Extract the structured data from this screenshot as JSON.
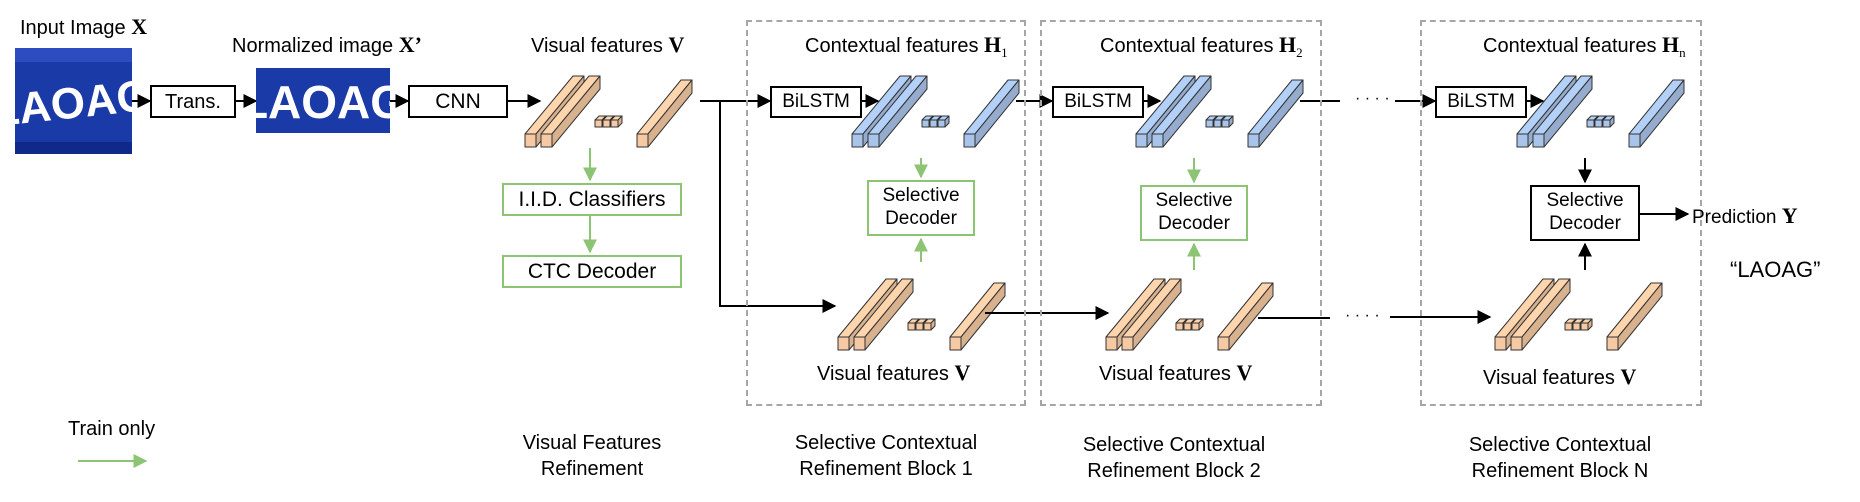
{
  "input": {
    "title_prefix": "Input Image ",
    "title_symbol": "X",
    "plate_text": "LAOAG"
  },
  "trans_label": "Trans.",
  "normalized": {
    "title_prefix": "Normalized image ",
    "title_symbol": "X’",
    "plate_text": "LAOAG"
  },
  "cnn_label": "CNN",
  "visual_features": {
    "prefix": "Visual features ",
    "symbol": "V"
  },
  "iid_label": "I.I.D. Classifiers",
  "ctc_label": "CTC Decoder",
  "bilstm_label": "BiLSTM",
  "selective_decoder": {
    "line1": "Selective",
    "line2": "Decoder"
  },
  "blocks": [
    {
      "ctx_prefix": "Contextual features ",
      "ctx_symbol": "H",
      "ctx_sub": "1",
      "caption1": "Selective Contextual",
      "caption2": "Refinement Block 1"
    },
    {
      "ctx_prefix": "Contextual features ",
      "ctx_symbol": "H",
      "ctx_sub": "2",
      "caption1": "Selective Contextual",
      "caption2": "Refinement Block 2"
    },
    {
      "ctx_prefix": "Contextual features ",
      "ctx_symbol": "H",
      "ctx_sub": "n",
      "caption1": "Selective Contextual",
      "caption2": "Refinement Block N"
    }
  ],
  "ellipsis": "· · · ·",
  "prediction": {
    "prefix": "Prediction ",
    "symbol": "Y",
    "output": "“LAOAG”"
  },
  "vfr_caption": {
    "line1": "Visual Features",
    "line2": "Refinement"
  },
  "legend": {
    "label": "Train only"
  },
  "colors": {
    "visual_feature": "#f5c9a3",
    "contextual_feature": "#a9c4ea",
    "train_only_arrow": "#8cc473",
    "plate_background": "#1838a8",
    "block_border": "#a6a6a6"
  }
}
